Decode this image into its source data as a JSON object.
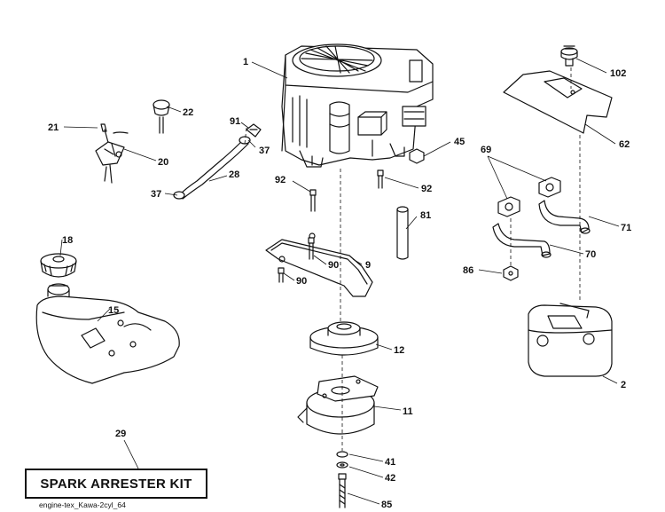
{
  "callouts": {
    "c1": "1",
    "c102": "102",
    "c22": "22",
    "c21": "21",
    "c91": "91",
    "c37a": "37",
    "c45": "45",
    "c62": "62",
    "c20": "20",
    "c28": "28",
    "c92a": "92",
    "c92b": "92",
    "c69": "69",
    "c37b": "37",
    "c81": "81",
    "c71": "71",
    "c18": "18",
    "c70": "70",
    "c9": "9",
    "c90a": "90",
    "c90b": "90",
    "c86": "86",
    "c15": "15",
    "c12": "12",
    "c2": "2",
    "c11": "11",
    "c29": "29",
    "c41": "41",
    "c42": "42",
    "c85": "85"
  },
  "kit_label": "SPARK ARRESTER KIT",
  "caption": "engine-tex_Kawa-2cyl_64"
}
